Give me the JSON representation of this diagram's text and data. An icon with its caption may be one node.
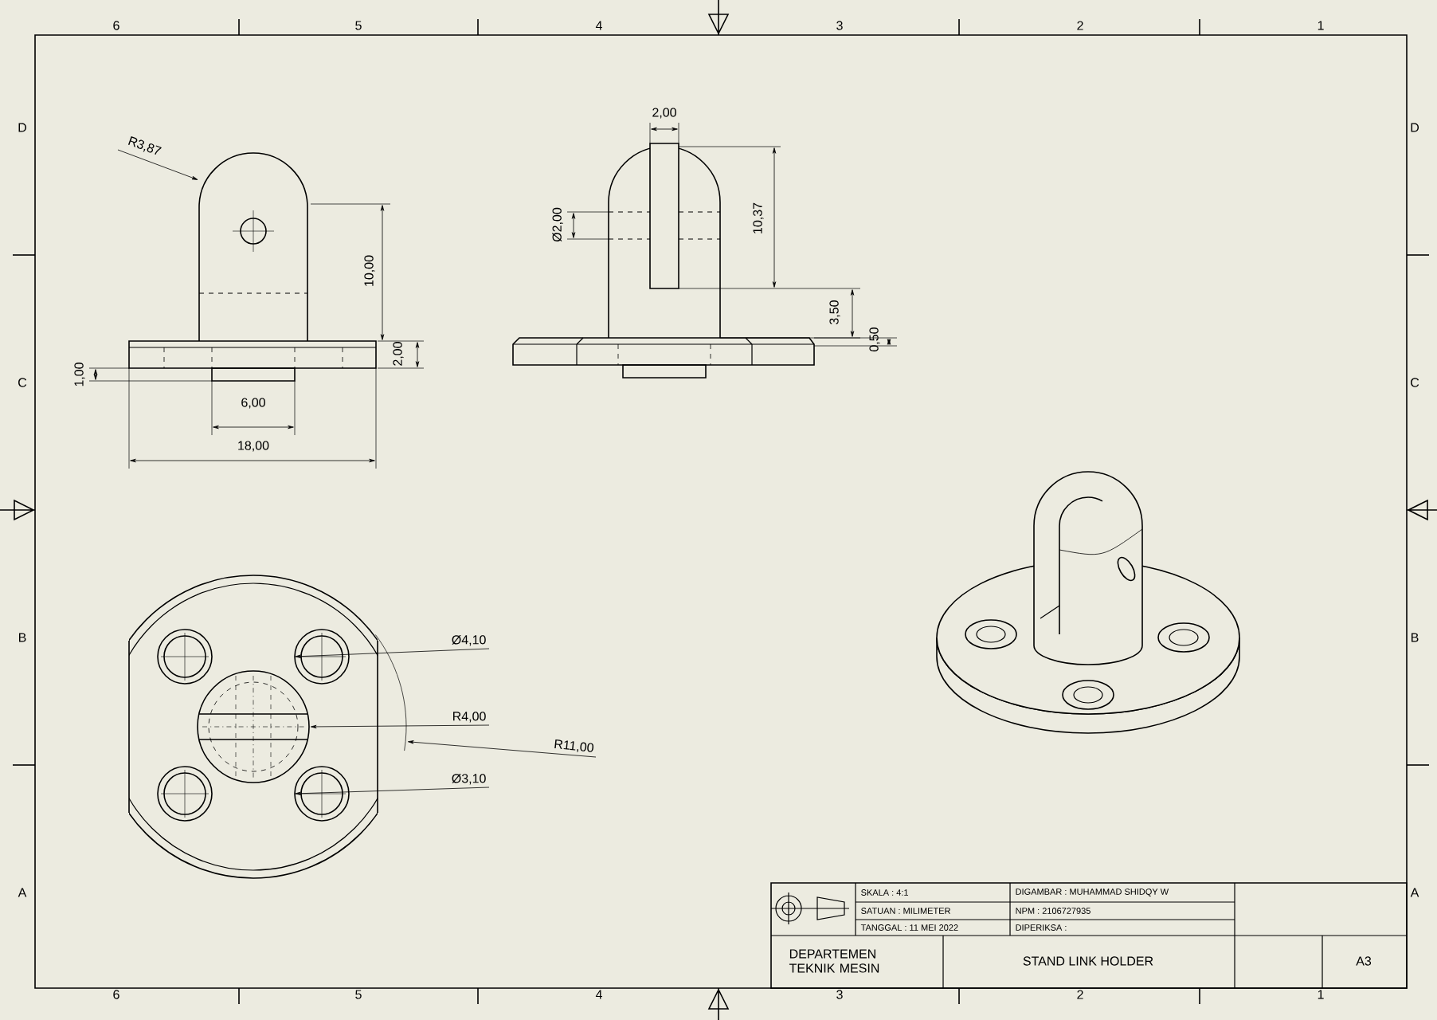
{
  "diagram": {
    "nodes": [
      {
        "text": [
          "R3,87"
        ]
      },
      {
        "text": [
          "Ø4,10"
        ]
      },
      {
        "text": [
          "R4,00"
        ]
      },
      {
        "text": [
          "R11,00"
        ]
      },
      {
        "text": [
          "Ø3,10"
        ]
      },
      {
        "text": [],
        "shape": "arc"
      },
      {
        "text": [],
        "shape": "arc"
      },
      {
        "text": [],
        "shape": "circle"
      },
      {
        "text": [],
        "shape": "circle"
      },
      {
        "text": [],
        "shape": "circle"
      }
    ],
    "edges": [
      {
        "from": 0,
        "to": 5,
        "arrow": "to"
      },
      {
        "from": 1,
        "to": 7,
        "arrow": "to"
      },
      {
        "from": 2,
        "to": 8,
        "arrow": "to"
      },
      {
        "from": 3,
        "to": 6,
        "arrow": "to"
      },
      {
        "from": 4,
        "to": 9,
        "arrow": "to"
      }
    ],
    "labels": [
      "6",
      "5",
      "4",
      "3",
      "2",
      "1",
      "D",
      "D",
      "2,00",
      "10,00",
      "Ø2,00",
      "10,37",
      "3,50",
      "0,50",
      "2,00",
      "1,00",
      "C",
      "C",
      "6,00",
      "18,00",
      "B",
      "B",
      "A",
      "A",
      "SKALA : 4:1",
      "DIGAMBAR : MUHAMMAD SHIDQY W",
      "SATUAN : MILIMETER",
      "NPM : 2106727935",
      "TANGGAL : 11 MEI 2022",
      "DIPERIKSA :",
      "DEPARTEMEN TEKNIK MESIN",
      "STAND LINK HOLDER",
      "A3",
      "6",
      "5",
      "4",
      "3",
      "2",
      "1"
    ]
  }
}
